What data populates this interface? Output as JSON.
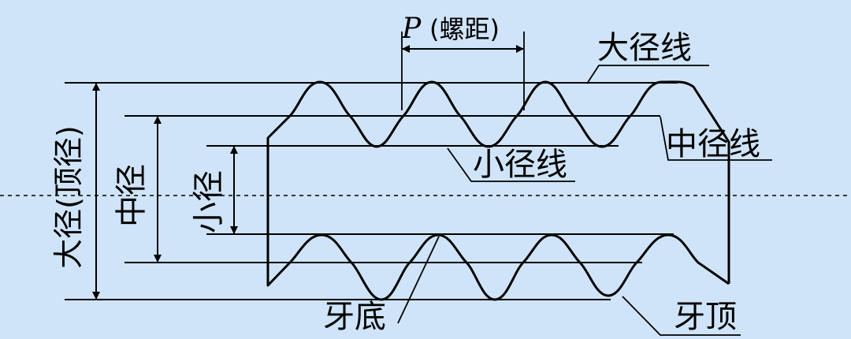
{
  "labels": {
    "pitch_symbol": "P",
    "pitch_name": "(螺距)",
    "major_line": "大径线",
    "pitch_line": "中径线",
    "minor_line": "小径线",
    "major_diameter": "大径(顶径)",
    "pitch_diameter": "中径",
    "minor_diameter": "小径",
    "thread_root": "牙底",
    "thread_crest": "牙顶"
  },
  "colors": {
    "background": "#cfe4f8",
    "line": "#000000"
  }
}
